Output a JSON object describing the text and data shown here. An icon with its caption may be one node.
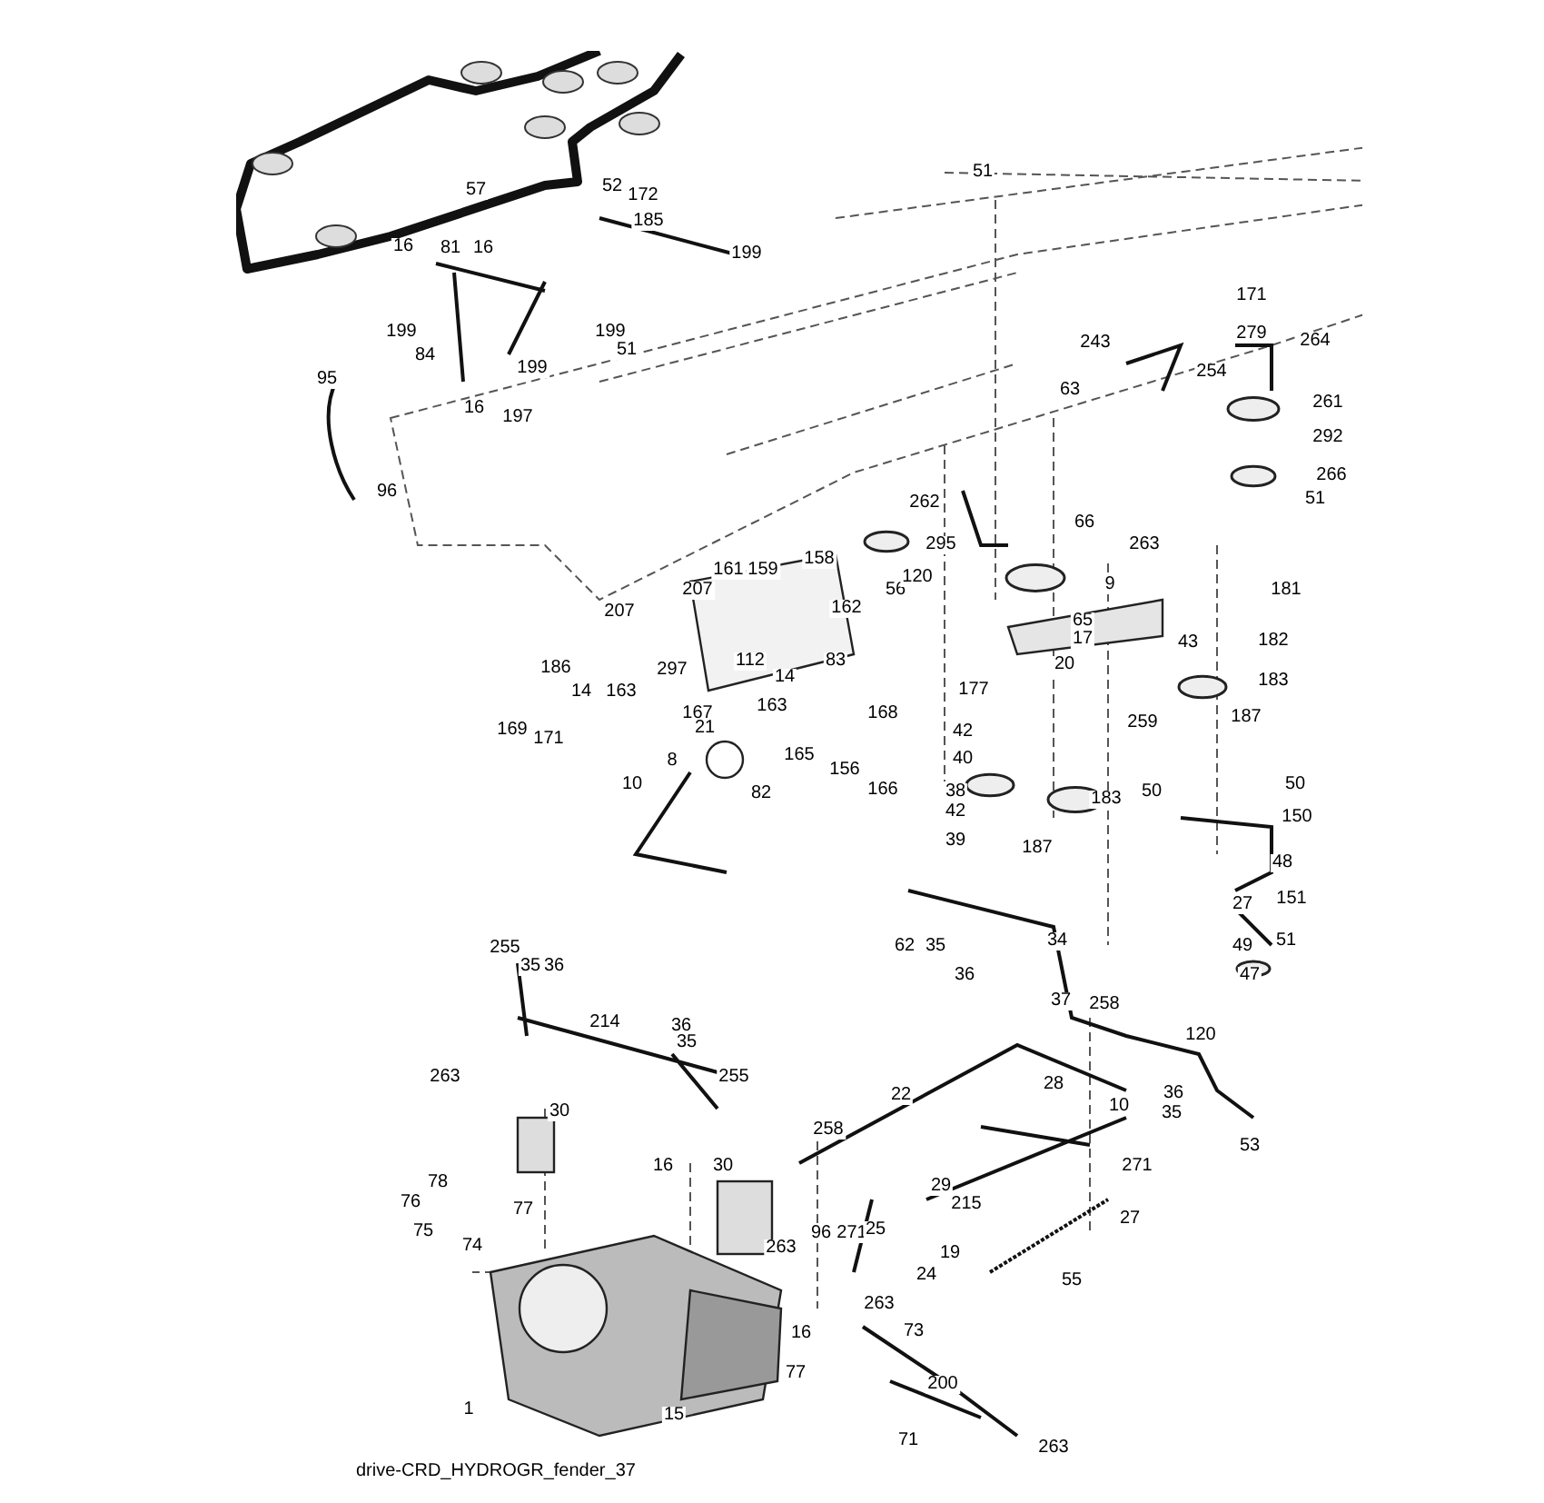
{
  "diagram": {
    "caption": "drive-CRD_HYDROGR_fender_37",
    "labels": [
      "57",
      "52",
      "172",
      "51",
      "185",
      "16",
      "81",
      "16",
      "199",
      "171",
      "279",
      "264",
      "199",
      "199",
      "84",
      "51",
      "243",
      "199",
      "95",
      "254",
      "261",
      "16",
      "197",
      "63",
      "292",
      "266",
      "51",
      "96",
      "262",
      "66",
      "295",
      "263",
      "181",
      "158",
      "56",
      "120",
      "161",
      "159",
      "207",
      "162",
      "9",
      "65",
      "17",
      "182",
      "207",
      "43",
      "186",
      "14",
      "163",
      "112",
      "14",
      "83",
      "297",
      "163",
      "20",
      "183",
      "177",
      "169",
      "171",
      "167",
      "21",
      "42",
      "259",
      "187",
      "168",
      "40",
      "165",
      "8",
      "156",
      "166",
      "82",
      "38",
      "183",
      "50",
      "50",
      "10",
      "42",
      "150",
      "39",
      "187",
      "48",
      "27",
      "151",
      "62",
      "35",
      "36",
      "34",
      "49",
      "51",
      "47",
      "255",
      "35",
      "36",
      "214",
      "36",
      "35",
      "37",
      "258",
      "120",
      "263",
      "30",
      "255",
      "28",
      "36",
      "35",
      "10",
      "22",
      "258",
      "53",
      "271",
      "16",
      "30",
      "78",
      "29",
      "215",
      "76",
      "75",
      "77",
      "27",
      "96",
      "271",
      "25",
      "263",
      "74",
      "19",
      "24",
      "55",
      "263",
      "73",
      "16",
      "1",
      "77",
      "200",
      "15",
      "71",
      "263"
    ]
  }
}
